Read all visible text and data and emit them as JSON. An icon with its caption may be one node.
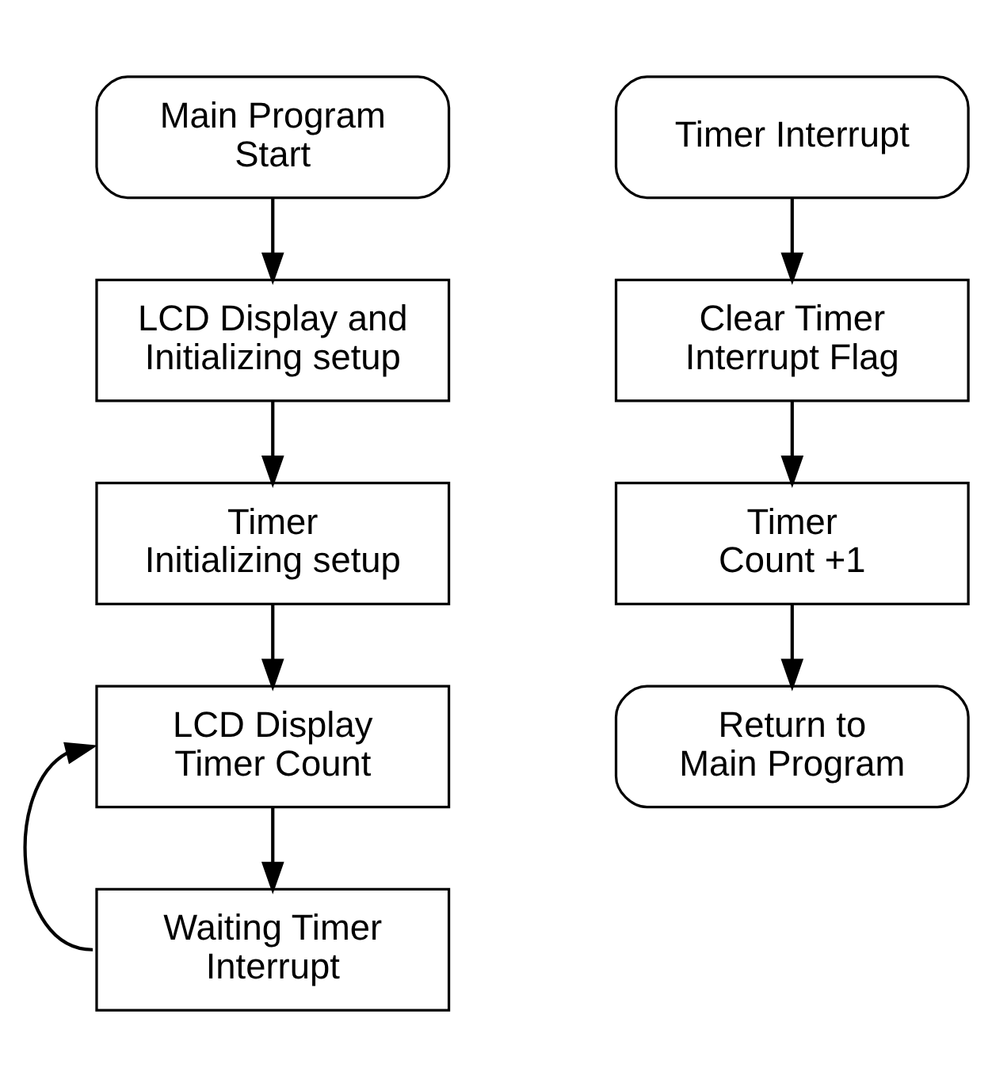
{
  "diagram": {
    "nodes": [
      {
        "text": [
          "Main Program Start"
        ]
      },
      {
        "text": [
          "LCD Display and Initializing setup"
        ]
      },
      {
        "text": [
          "Timer Initializing setup"
        ]
      },
      {
        "text": [
          "LCD Display Timer Count"
        ]
      },
      {
        "text": [
          "Waiting Timer Interrupt"
        ]
      },
      {
        "text": [
          "Timer Interrupt"
        ]
      },
      {
        "text": [
          "Clear Timer Interrupt Flag"
        ]
      },
      {
        "text": [
          "Timer Count +1"
        ]
      },
      {
        "text": [
          "Return to Main Program"
        ]
      }
    ],
    "edges": [
      {
        "from": 0,
        "to": 1,
        "arrow": "to"
      },
      {
        "from": 1,
        "to": 2,
        "arrow": "to"
      },
      {
        "from": 2,
        "to": 3,
        "arrow": "to"
      },
      {
        "from": 3,
        "to": 4,
        "arrow": "to"
      },
      {
        "from": 4,
        "to": 3,
        "arrow": "to"
      },
      {
        "from": 5,
        "to": 6,
        "arrow": "to"
      },
      {
        "from": 6,
        "to": 7,
        "arrow": "to"
      },
      {
        "from": 7,
        "to": 8,
        "arrow": "to"
      }
    ]
  }
}
